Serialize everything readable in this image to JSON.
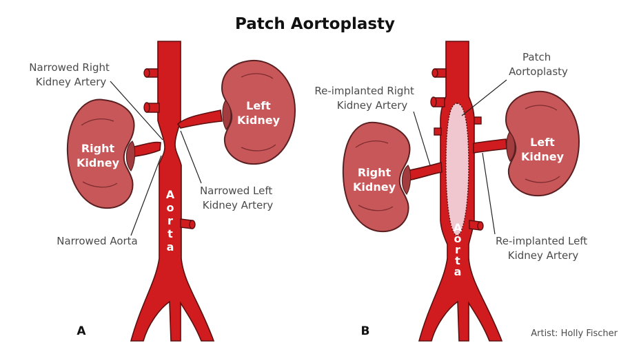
{
  "title": "Patch Aortoplasty",
  "panel_a": {
    "letter": "A",
    "right_kidney": "Right Kidney",
    "left_kidney": "Left Kidney",
    "aorta_letters": [
      "A",
      "o",
      "r",
      "t",
      "a"
    ],
    "labels": {
      "narrowed_right_artery": [
        "Narrowed Right",
        "Kidney Artery"
      ],
      "narrowed_left_artery": [
        "Narrowed Left",
        "Kidney Artery"
      ],
      "narrowed_aorta": "Narrowed Aorta"
    }
  },
  "panel_b": {
    "letter": "B",
    "right_kidney": "Right Kidney",
    "left_kidney": "Left Kidney",
    "aorta_letters": [
      "A",
      "o",
      "r",
      "t",
      "a"
    ],
    "labels": {
      "patch": [
        "Patch",
        "Aortoplasty"
      ],
      "reimplanted_right": [
        "Re-implanted Right",
        "Kidney Artery"
      ],
      "reimplanted_left": [
        "Re-implanted Left",
        "Kidney Artery"
      ]
    }
  },
  "credit": "Artist: Holly Fischer",
  "colors": {
    "artery": "#d01c1f",
    "kidney": "#c8575a",
    "patch": "#f0c6cf",
    "label_text": "#4a4a4a"
  }
}
